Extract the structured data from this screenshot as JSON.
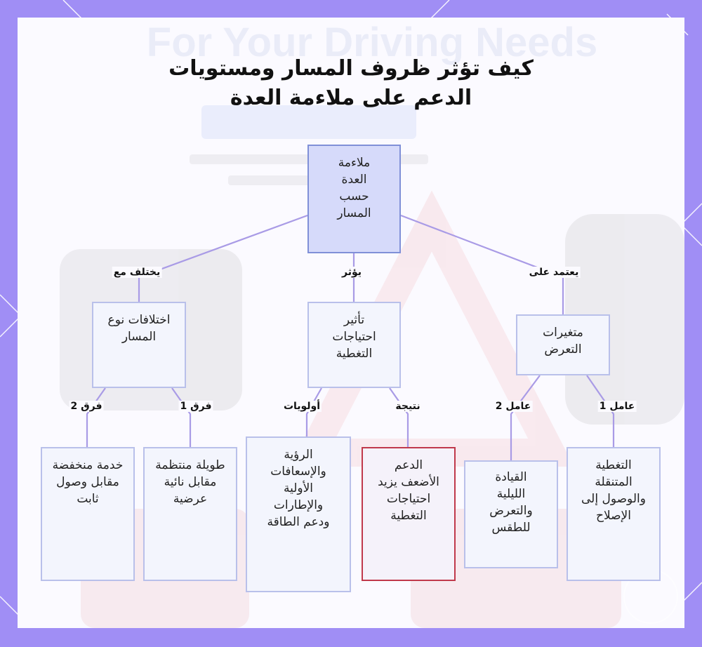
{
  "title_line1": "كيف تؤثر ظروف المسار ومستويات",
  "title_line2": "الدعم على ملاءمة العدة",
  "background_text": {
    "heading": "For Your Driving Needs"
  },
  "root": {
    "text": "ملاءمة العدة حسب المسار"
  },
  "branches": [
    {
      "edge_label": "يختلف مع",
      "node": {
        "text": "اختلافات نوع المسار"
      },
      "children": [
        {
          "edge_label": "فرق 2",
          "text": "خدمة منخفضة مقابل وصول ثابت"
        },
        {
          "edge_label": "فرق 1",
          "text": "طويلة منتظمة مقابل نائية عرضية"
        }
      ]
    },
    {
      "edge_label": "يؤثر",
      "node": {
        "text": "تأثير احتياجات التغطية"
      },
      "children": [
        {
          "edge_label": "أولويات",
          "text": "الرؤية والإسعافات الأولية والإطارات ودعم الطاقة"
        },
        {
          "edge_label": "نتيجة",
          "text": "الدعم الأضعف يزيد احتياجات التغطية",
          "highlight": true
        }
      ]
    },
    {
      "edge_label": "يعتمد على",
      "node": {
        "text": "متغيرات التعرض"
      },
      "children": [
        {
          "edge_label": "عامل 2",
          "text": "القيادة الليلية والتعرض للطقس"
        },
        {
          "edge_label": "عامل 1",
          "text": "التغطية المتنقلة والوصول إلى الإصلاح"
        }
      ]
    }
  ],
  "colors": {
    "frame": "#a08ef5",
    "line": "#a99be6",
    "root_fill": "#d6dafa",
    "root_border": "#8090d8",
    "node_border": "#b9c0ea",
    "highlight_border": "#c0394b"
  }
}
